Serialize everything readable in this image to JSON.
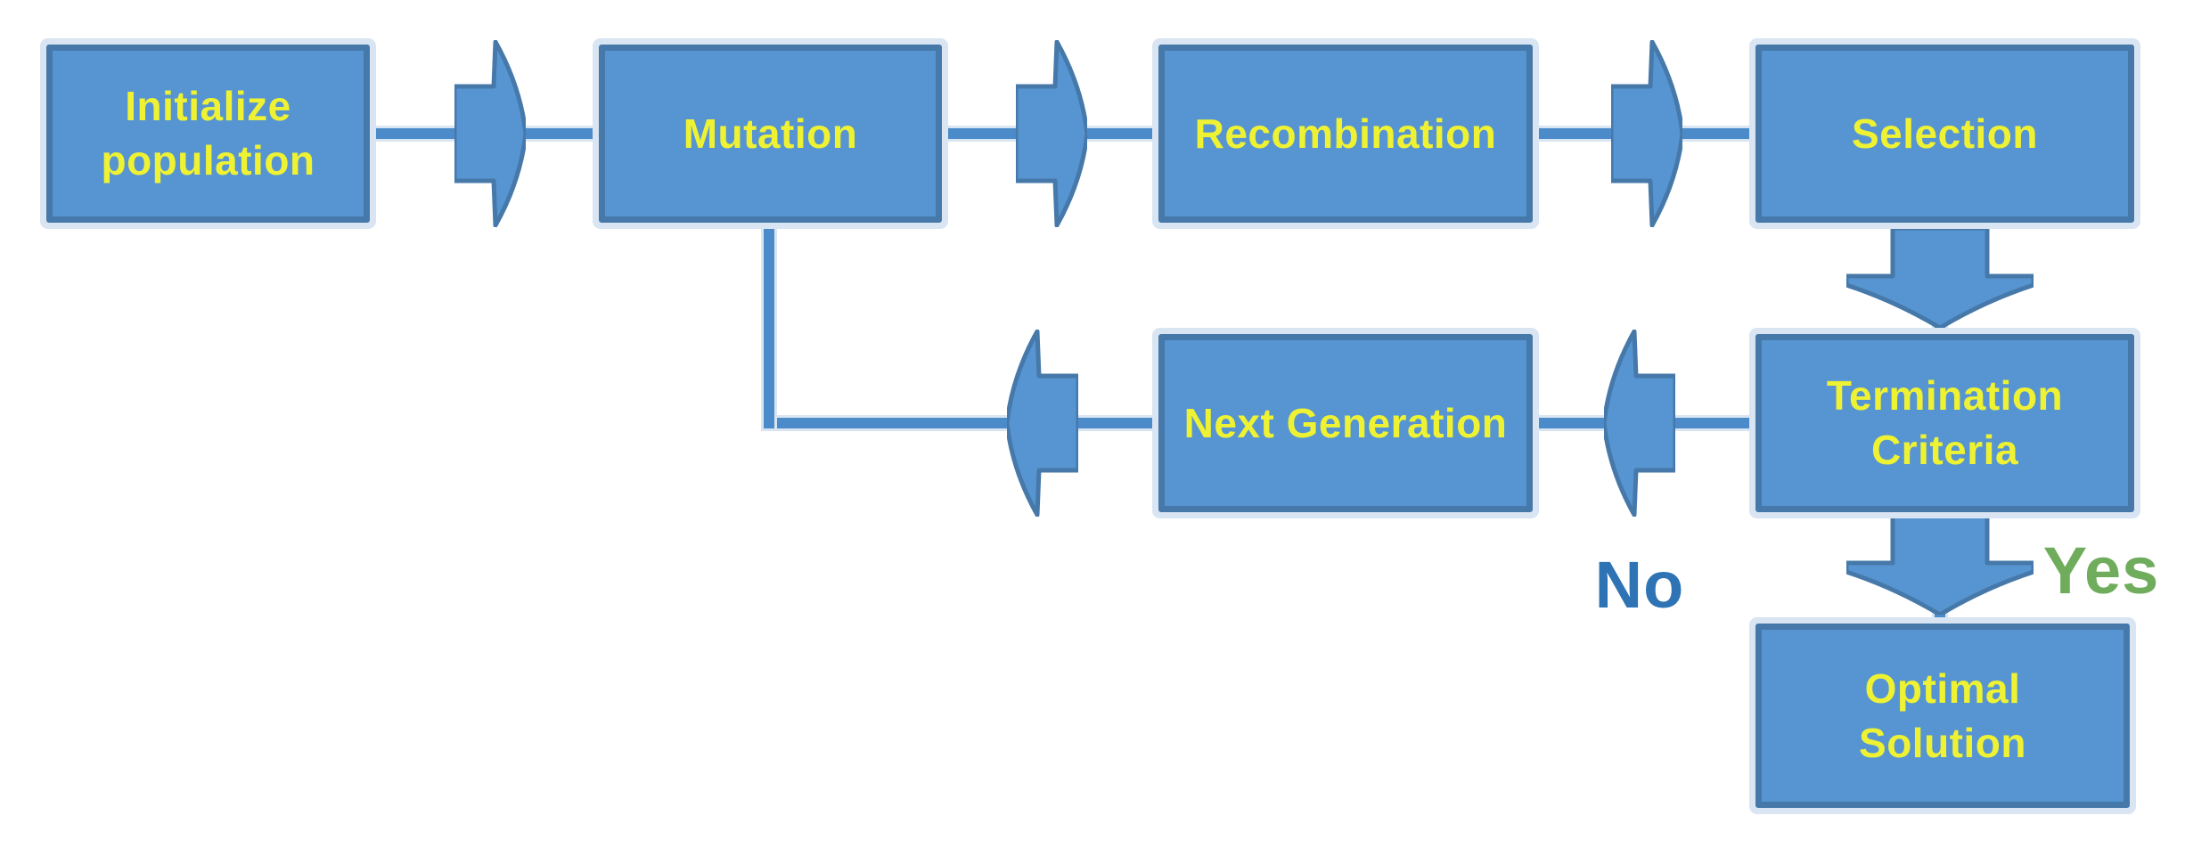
{
  "diagram": {
    "title_semantic": "Evolutionary algorithm flowchart",
    "nodes": [
      {
        "id": "initialize-population",
        "label": "Initialize\npopulation"
      },
      {
        "id": "mutation",
        "label": "Mutation"
      },
      {
        "id": "recombination",
        "label": "Recombination"
      },
      {
        "id": "selection",
        "label": "Selection"
      },
      {
        "id": "termination-criteria",
        "label": "Termination\nCriteria"
      },
      {
        "id": "next-generation",
        "label": "Next Generation"
      },
      {
        "id": "optimal-solution",
        "label": "Optimal\nSolution"
      }
    ],
    "edges": [
      {
        "from": "initialize-population",
        "to": "mutation"
      },
      {
        "from": "mutation",
        "to": "recombination"
      },
      {
        "from": "recombination",
        "to": "selection"
      },
      {
        "from": "selection",
        "to": "termination-criteria"
      },
      {
        "from": "termination-criteria",
        "to": "next-generation",
        "label": "No"
      },
      {
        "from": "next-generation",
        "to": "mutation"
      },
      {
        "from": "termination-criteria",
        "to": "optimal-solution",
        "label": "Yes"
      }
    ],
    "branch_labels": {
      "no": "No",
      "yes": "Yes"
    },
    "colors": {
      "box_fill": "#5695D1",
      "box_border": "#4679A9",
      "label_yellow": "#EFF233",
      "line": "#4C8BC9",
      "halo": "#D9E5F2",
      "no_label": "#2E74B5",
      "yes_label": "#6FAC5B",
      "background": "#FFFFFF"
    }
  }
}
